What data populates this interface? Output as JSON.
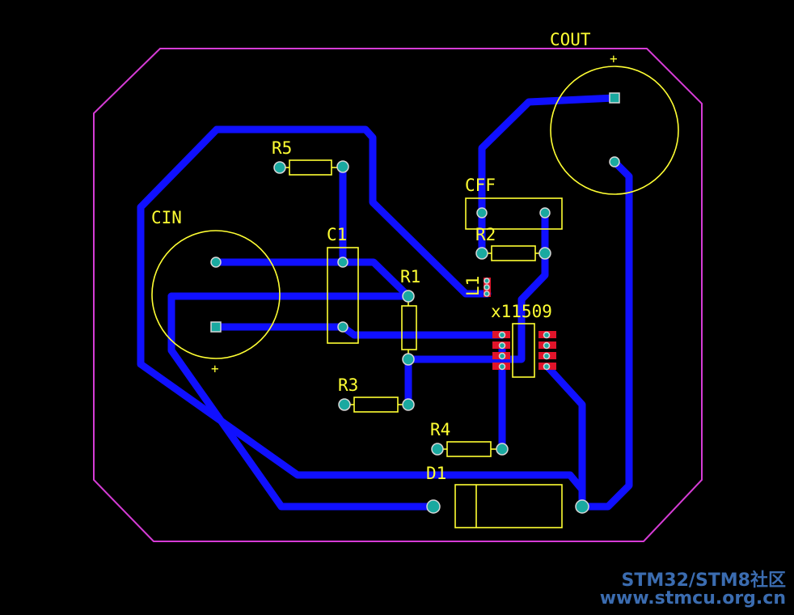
{
  "board": {
    "outline_color": "#d63cd6",
    "trace_color": "#1010ff",
    "silk_color": "#ffff33",
    "pad_color": "#1aa9a0",
    "smd_pad_color": "#e0142a"
  },
  "labels": {
    "cout": "COUT",
    "cout_plus": "+",
    "cin": "CIN",
    "cin_plus": "+",
    "r5": "R5",
    "c1": "C1",
    "r1": "R1",
    "cff": "CFF",
    "r2": "R2",
    "l1": "L1",
    "ic": "x11509",
    "r3": "R3",
    "r4": "R4",
    "d1": "D1"
  },
  "watermark": {
    "line1": "STM32/STM8社区",
    "line2": "www.stmcu.org.cn"
  }
}
